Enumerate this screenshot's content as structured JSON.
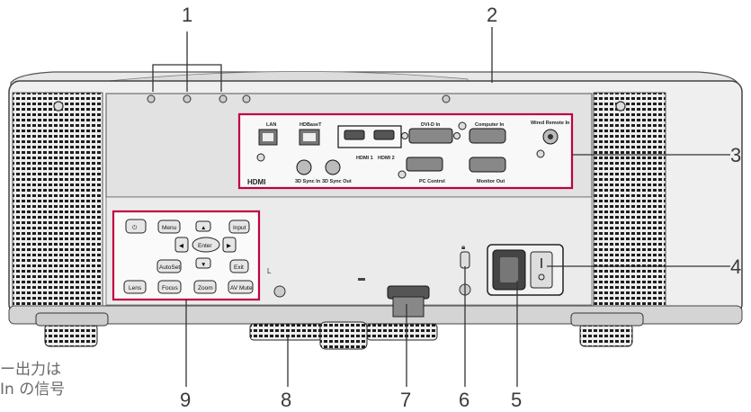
{
  "callouts": [
    "1",
    "2",
    "3",
    "4",
    "5",
    "6",
    "7",
    "8",
    "9"
  ],
  "ports": {
    "lan": "LAN",
    "hdbaset": "HDBaseT",
    "hdmi1": "HDMI 1",
    "hdmi2": "HDMI 2",
    "dvi": "DVI-D In",
    "computer_in": "Computer In",
    "wired_remote": "Wired Remote In",
    "sync_in": "3D Sync In",
    "sync_out": "3D Sync Out",
    "pc_control": "PC Control",
    "monitor_out": "Monitor Out",
    "hdmi_logo": "HDMI"
  },
  "buttons": {
    "menu": "Menu",
    "input": "Input",
    "enter": "Enter",
    "autoset": "AutoSet",
    "exit": "Exit",
    "lens": "Lens",
    "focus": "Focus",
    "zoom": "Zoom",
    "av_mute": "AV Mute"
  },
  "side_text": [
    "ー出力は",
    "In の信号"
  ]
}
